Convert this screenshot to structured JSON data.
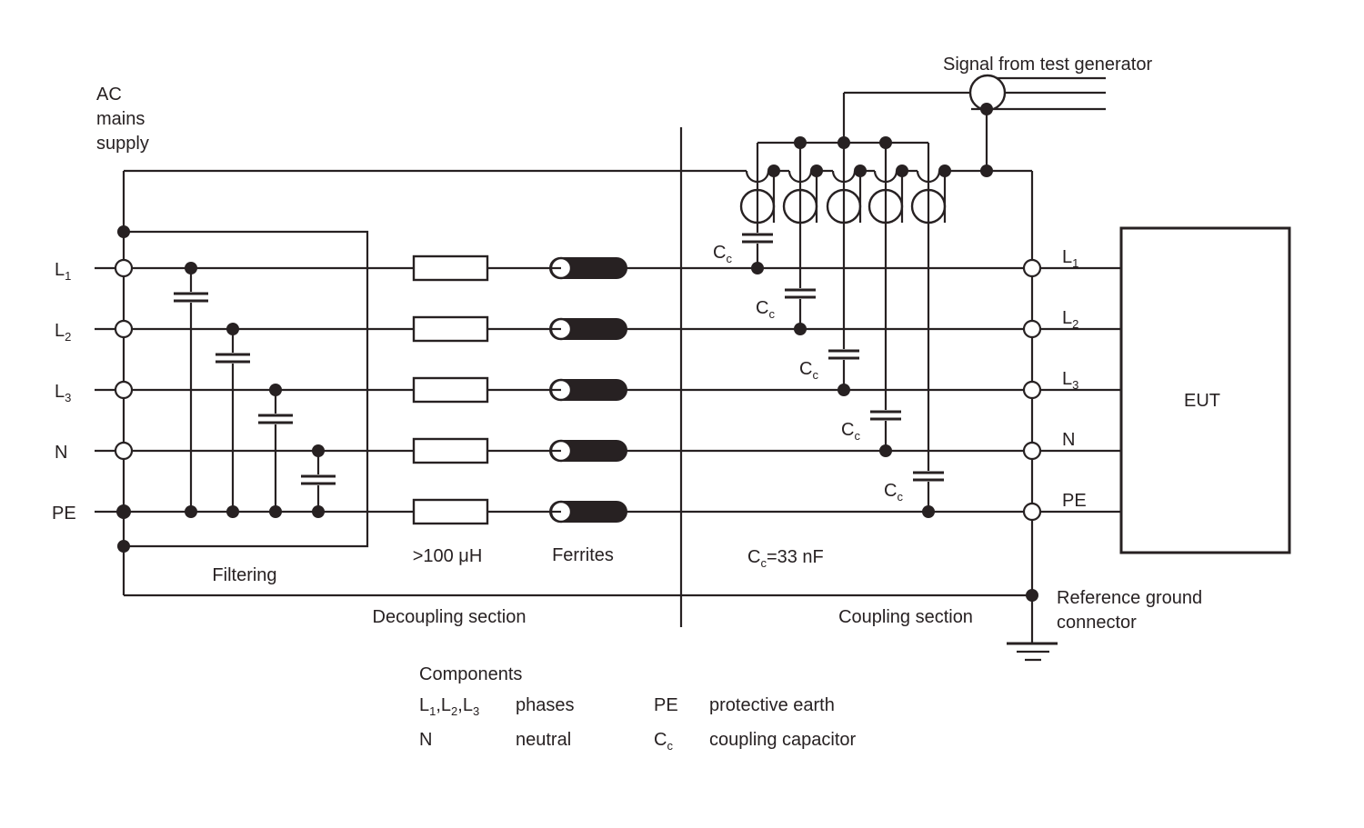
{
  "colors": {
    "ink": "#272122",
    "background": "#ffffff"
  },
  "labels": {
    "signal": "Signal from test generator",
    "ac": [
      "AC",
      "mains",
      "supply"
    ],
    "filtering": "Filtering",
    "inductance": ">100 μH",
    "ferrites": "Ferrites",
    "cc_value": [
      {
        "t": "C"
      },
      {
        "t": "c",
        "sub": true
      },
      {
        "t": "=33 nF"
      }
    ],
    "cc": [
      {
        "t": "C"
      },
      {
        "t": "c",
        "sub": true
      }
    ],
    "decoupling_section": "Decoupling section",
    "coupling_section": "Coupling section",
    "eut": "EUT",
    "reference_ground_line1": "Reference ground",
    "reference_ground_line2": "connector"
  },
  "lines": [
    {
      "id": "L1",
      "label": [
        {
          "t": "L"
        },
        {
          "t": "1",
          "sub": true
        }
      ]
    },
    {
      "id": "L2",
      "label": [
        {
          "t": "L"
        },
        {
          "t": "2",
          "sub": true
        }
      ]
    },
    {
      "id": "L3",
      "label": [
        {
          "t": "L"
        },
        {
          "t": "3",
          "sub": true
        }
      ]
    },
    {
      "id": "N",
      "label": [
        {
          "t": "N"
        }
      ]
    },
    {
      "id": "PE",
      "label": [
        {
          "t": "PE"
        }
      ]
    }
  ],
  "legend": {
    "title": "Components",
    "entries": [
      {
        "symbol": [
          {
            "t": "L"
          },
          {
            "t": "1",
            "sub": true
          },
          {
            "t": ",L"
          },
          {
            "t": "2",
            "sub": true
          },
          {
            "t": ",L"
          },
          {
            "t": "3",
            "sub": true
          }
        ],
        "meaning": "phases"
      },
      {
        "symbol": [
          {
            "t": "PE"
          }
        ],
        "meaning": "protective earth"
      },
      {
        "symbol": [
          {
            "t": "N"
          }
        ],
        "meaning": "neutral"
      },
      {
        "symbol": [
          {
            "t": "C"
          },
          {
            "t": "c",
            "sub": true
          }
        ],
        "meaning": "coupling capacitor"
      }
    ]
  }
}
